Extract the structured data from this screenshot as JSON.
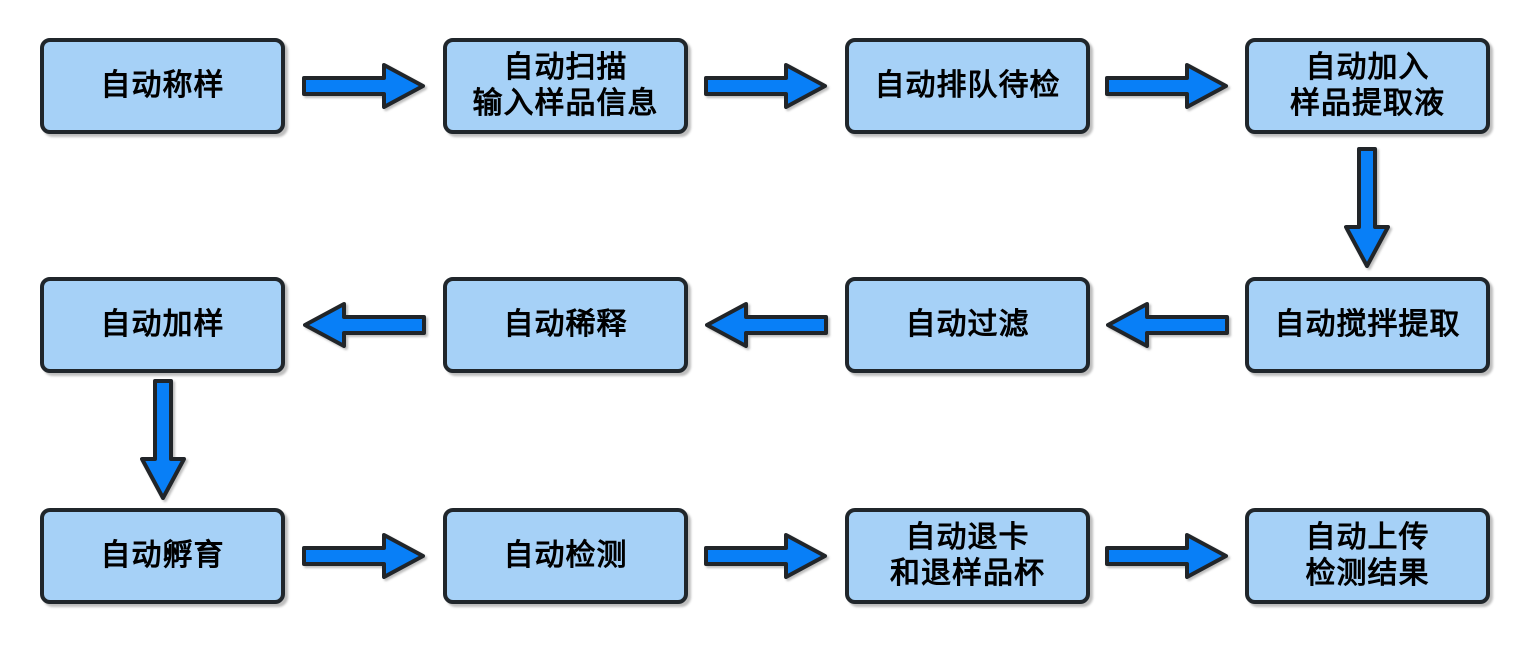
{
  "diagram": {
    "type": "flowchart",
    "colors": {
      "box_fill": "#a6d1f7",
      "box_border": "#20262b",
      "arrow_fill": "#087ff7",
      "arrow_border": "#212529",
      "background": "#ffffff",
      "text": "#000000"
    },
    "stages": [
      {
        "step": 1,
        "label": "自动称样"
      },
      {
        "step": 2,
        "label": "自动扫描\n输入样品信息"
      },
      {
        "step": 3,
        "label": "自动排队待检"
      },
      {
        "step": 4,
        "label": "自动加入\n样品提取液"
      },
      {
        "step": 5,
        "label": "自动搅拌提取"
      },
      {
        "step": 6,
        "label": "自动过滤"
      },
      {
        "step": 7,
        "label": "自动稀释"
      },
      {
        "step": 8,
        "label": "自动加样"
      },
      {
        "step": 9,
        "label": "自动孵育"
      },
      {
        "step": 10,
        "label": "自动检测"
      },
      {
        "step": 11,
        "label": "自动退卡\n和退样品杯"
      },
      {
        "step": 12,
        "label": "自动上传\n检测结果"
      }
    ],
    "arrows": [
      {
        "direction": "right",
        "from_step": 1,
        "to_step": 2
      },
      {
        "direction": "right",
        "from_step": 2,
        "to_step": 3
      },
      {
        "direction": "right",
        "from_step": 3,
        "to_step": 4
      },
      {
        "direction": "down",
        "from_step": 4,
        "to_step": 5
      },
      {
        "direction": "left",
        "from_step": 5,
        "to_step": 6
      },
      {
        "direction": "left",
        "from_step": 6,
        "to_step": 7
      },
      {
        "direction": "left",
        "from_step": 7,
        "to_step": 8
      },
      {
        "direction": "down",
        "from_step": 8,
        "to_step": 9
      },
      {
        "direction": "right",
        "from_step": 9,
        "to_step": 10
      },
      {
        "direction": "right",
        "from_step": 10,
        "to_step": 11
      },
      {
        "direction": "right",
        "from_step": 11,
        "to_step": 12
      }
    ]
  }
}
